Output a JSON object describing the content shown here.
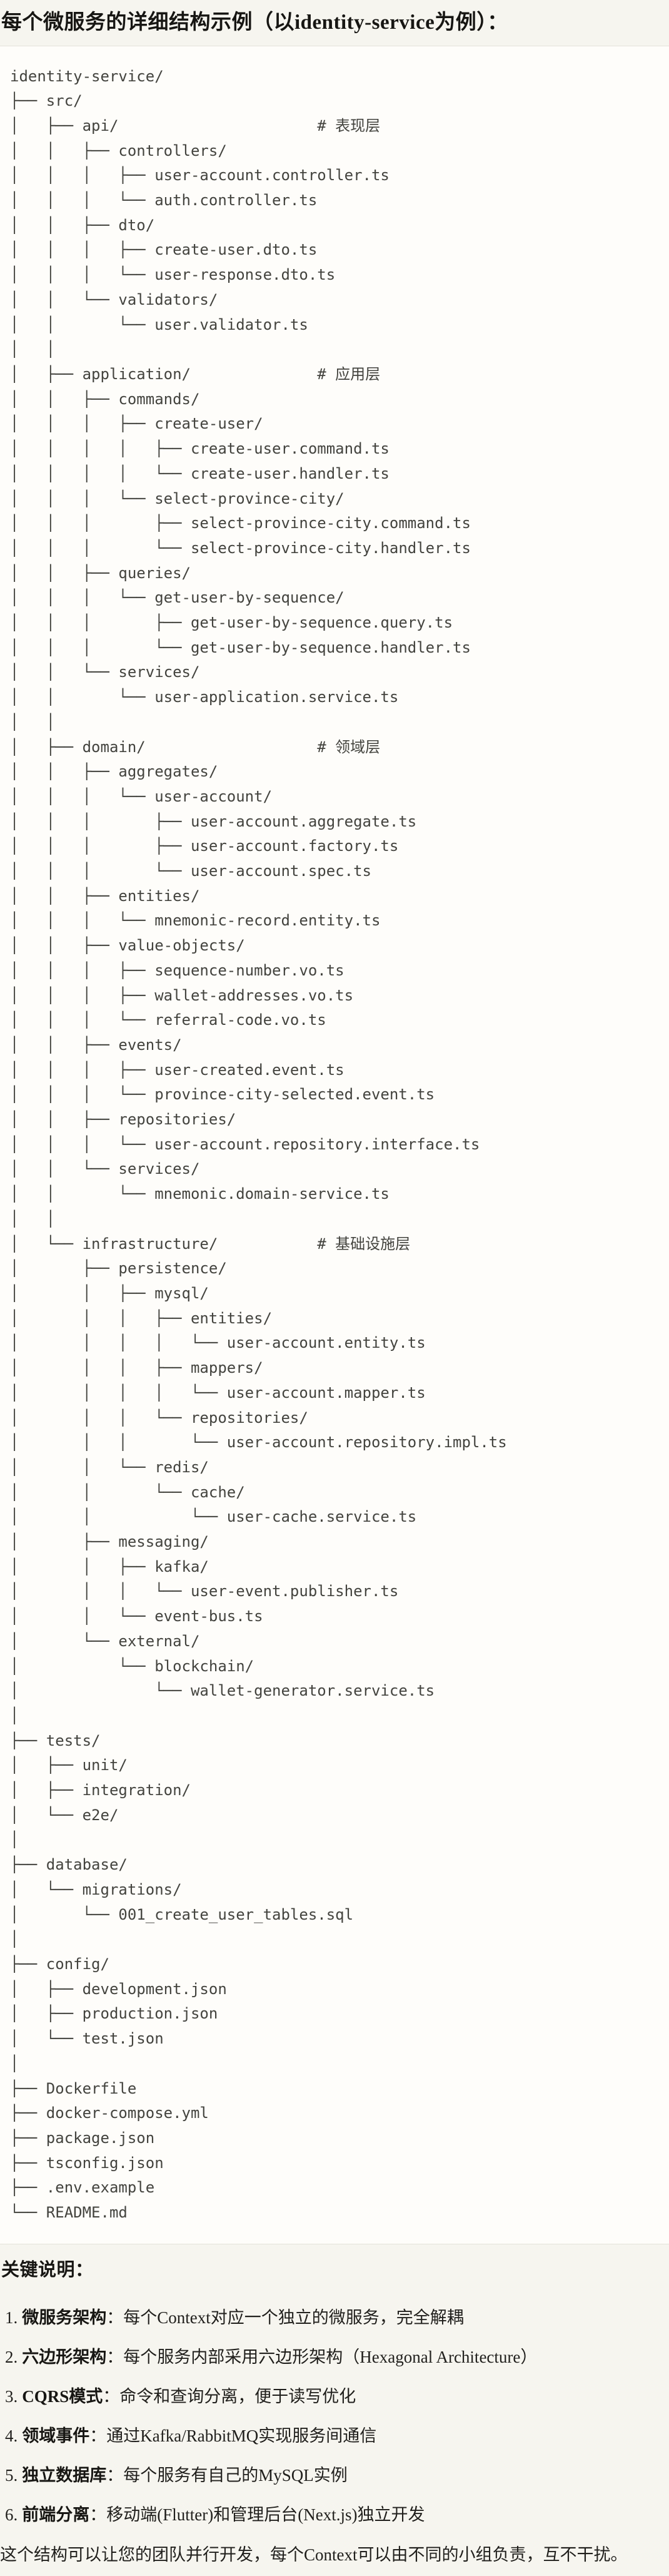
{
  "page": {
    "title": "每个微服务的详细结构示例（以identity-service为例）：",
    "colors": {
      "page_bg": "#F6F5EF",
      "code_bg": "#FEFDFA",
      "border": "#E4E2DA",
      "code_text": "#43433E",
      "body_text": "#201F1C"
    },
    "tree_lines": [
      "identity-service/",
      "├── src/",
      "│   ├── api/                      # 表现层",
      "│   │   ├── controllers/",
      "│   │   │   ├── user-account.controller.ts",
      "│   │   │   └── auth.controller.ts",
      "│   │   ├── dto/",
      "│   │   │   ├── create-user.dto.ts",
      "│   │   │   └── user-response.dto.ts",
      "│   │   └── validators/",
      "│   │       └── user.validator.ts",
      "│   │",
      "│   ├── application/              # 应用层",
      "│   │   ├── commands/",
      "│   │   │   ├── create-user/",
      "│   │   │   │   ├── create-user.command.ts",
      "│   │   │   │   └── create-user.handler.ts",
      "│   │   │   └── select-province-city/",
      "│   │   │       ├── select-province-city.command.ts",
      "│   │   │       └── select-province-city.handler.ts",
      "│   │   ├── queries/",
      "│   │   │   └── get-user-by-sequence/",
      "│   │   │       ├── get-user-by-sequence.query.ts",
      "│   │   │       └── get-user-by-sequence.handler.ts",
      "│   │   └── services/",
      "│   │       └── user-application.service.ts",
      "│   │",
      "│   ├── domain/                   # 领域层",
      "│   │   ├── aggregates/",
      "│   │   │   └── user-account/",
      "│   │   │       ├── user-account.aggregate.ts",
      "│   │   │       ├── user-account.factory.ts",
      "│   │   │       └── user-account.spec.ts",
      "│   │   ├── entities/",
      "│   │   │   └── mnemonic-record.entity.ts",
      "│   │   ├── value-objects/",
      "│   │   │   ├── sequence-number.vo.ts",
      "│   │   │   ├── wallet-addresses.vo.ts",
      "│   │   │   └── referral-code.vo.ts",
      "│   │   ├── events/",
      "│   │   │   ├── user-created.event.ts",
      "│   │   │   └── province-city-selected.event.ts",
      "│   │   ├── repositories/",
      "│   │   │   └── user-account.repository.interface.ts",
      "│   │   └── services/",
      "│   │       └── mnemonic.domain-service.ts",
      "│   │",
      "│   └── infrastructure/           # 基础设施层",
      "│       ├── persistence/",
      "│       │   ├── mysql/",
      "│       │   │   ├── entities/",
      "│       │   │   │   └── user-account.entity.ts",
      "│       │   │   ├── mappers/",
      "│       │   │   │   └── user-account.mapper.ts",
      "│       │   │   └── repositories/",
      "│       │   │       └── user-account.repository.impl.ts",
      "│       │   └── redis/",
      "│       │       └── cache/",
      "│       │           └── user-cache.service.ts",
      "│       ├── messaging/",
      "│       │   ├── kafka/",
      "│       │   │   └── user-event.publisher.ts",
      "│       │   └── event-bus.ts",
      "│       └── external/",
      "│           └── blockchain/",
      "│               └── wallet-generator.service.ts",
      "│",
      "├── tests/",
      "│   ├── unit/",
      "│   ├── integration/",
      "│   └── e2e/",
      "│",
      "├── database/",
      "│   └── migrations/",
      "│       └── 001_create_user_tables.sql",
      "│",
      "├── config/",
      "│   ├── development.json",
      "│   ├── production.json",
      "│   └── test.json",
      "│",
      "├── Dockerfile",
      "├── docker-compose.yml",
      "├── package.json",
      "├── tsconfig.json",
      "├── .env.example",
      "└── README.md"
    ],
    "notes": {
      "heading": "关键说明：",
      "items": [
        {
          "num": "1.",
          "term": "微服务架构",
          "desc": "：每个Context对应一个独立的微服务，完全解耦"
        },
        {
          "num": "2.",
          "term": "六边形架构",
          "desc": "：每个服务内部采用六边形架构（Hexagonal Architecture）"
        },
        {
          "num": "3.",
          "term": "CQRS模式",
          "desc": "：命令和查询分离，便于读写优化"
        },
        {
          "num": "4.",
          "term": "领域事件",
          "desc": "：通过Kafka/RabbitMQ实现服务间通信"
        },
        {
          "num": "5.",
          "term": "独立数据库",
          "desc": "：每个服务有自己的MySQL实例"
        },
        {
          "num": "6.",
          "term": "前端分离",
          "desc": "：移动端(Flutter)和管理后台(Next.js)独立开发"
        }
      ],
      "footer": "这个结构可以让您的团队并行开发，每个Context可以由不同的小组负责，互不干扰。"
    }
  }
}
